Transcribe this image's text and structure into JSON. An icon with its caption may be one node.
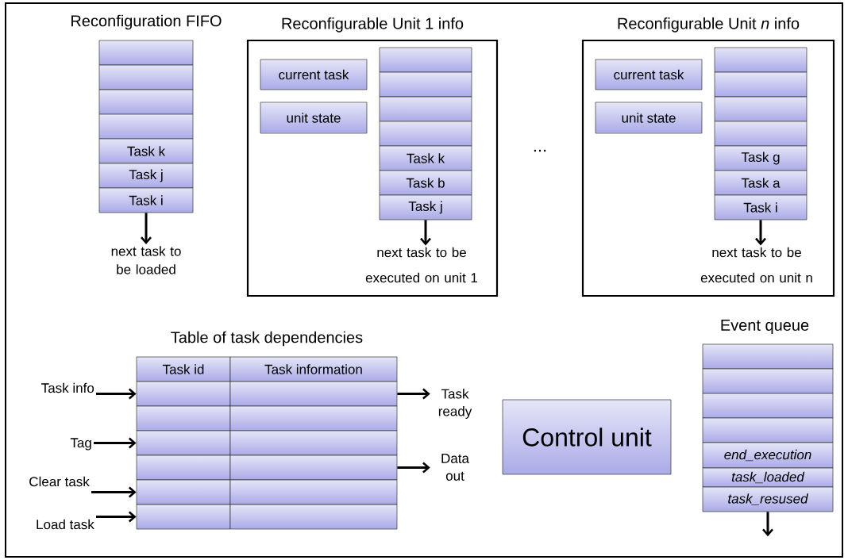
{
  "diagram": {
    "nodes": [
      {
        "text": [],
        "shape": "box"
      },
      {
        "text": [],
        "shape": "box"
      },
      {
        "text": [],
        "shape": "box"
      },
      {
        "text": [],
        "shape": "box"
      },
      {
        "text": [
          "Task k"
        ]
      },
      {
        "text": [
          "Task j"
        ]
      },
      {
        "text": [
          "Task i"
        ]
      },
      {
        "text": [
          "next task to be loaded"
        ]
      },
      {
        "text": [
          "Reconfigurable Unit 1 info"
        ]
      },
      {
        "text": [
          "current task"
        ],
        "in": 8
      },
      {
        "text": [
          "unit state"
        ],
        "in": 8
      },
      {
        "text": [],
        "shape": "box",
        "in": 8
      },
      {
        "text": [],
        "shape": "box",
        "in": 8
      },
      {
        "text": [],
        "shape": "box",
        "in": 8
      },
      {
        "text": [],
        "shape": "box",
        "in": 8
      },
      {
        "text": [
          "Task k"
        ],
        "in": 8
      },
      {
        "text": [
          "Task b"
        ],
        "in": 8
      },
      {
        "text": [
          "Task j"
        ],
        "in": 8
      },
      {
        "text": [
          "next task to be executed on unit 1"
        ],
        "in": 8
      },
      {
        "text": [
          "Reconfigurable Unit *n* info"
        ]
      },
      {
        "text": [
          "current task"
        ],
        "in": 19
      },
      {
        "text": [
          "unit state"
        ],
        "in": 19
      },
      {
        "text": [],
        "shape": "box",
        "in": 19
      },
      {
        "text": [],
        "shape": "box",
        "in": 19
      },
      {
        "text": [],
        "shape": "box",
        "in": 19
      },
      {
        "text": [],
        "shape": "box",
        "in": 19
      },
      {
        "text": [
          "Task g"
        ],
        "in": 19
      },
      {
        "text": [
          "Task a"
        ],
        "in": 19
      },
      {
        "text": [
          "Task i"
        ],
        "in": 19
      },
      {
        "text": [
          "next task to be executed on unit n"
        ],
        "in": 19
      },
      {
        "text": [
          "Task id"
        ]
      },
      {
        "text": [
          "Task information"
        ]
      },
      {
        "text": [],
        "shape": "box"
      },
      {
        "text": [],
        "shape": "box"
      },
      {
        "text": [],
        "shape": "box"
      },
      {
        "text": [],
        "shape": "box"
      },
      {
        "text": [],
        "shape": "box"
      },
      {
        "text": [],
        "shape": "box"
      },
      {
        "text": [],
        "shape": "box"
      },
      {
        "text": [],
        "shape": "box"
      },
      {
        "text": [],
        "shape": "box"
      },
      {
        "text": [],
        "shape": "box"
      },
      {
        "text": [],
        "shape": "box"
      },
      {
        "text": [],
        "shape": "box"
      },
      {
        "text": [
          "Task info"
        ]
      },
      {
        "text": [
          "Tag"
        ]
      },
      {
        "text": [
          "Clear task"
        ]
      },
      {
        "text": [
          "Load task"
        ]
      },
      {
        "text": [
          "Task ready"
        ]
      },
      {
        "text": [
          "Data out"
        ]
      },
      {
        "text": [
          "Control unit"
        ]
      },
      {
        "text": [],
        "shape": "box"
      },
      {
        "text": [],
        "shape": "box"
      },
      {
        "text": [],
        "shape": "box"
      },
      {
        "text": [],
        "shape": "box"
      },
      {
        "text": [
          "end_execution"
        ]
      },
      {
        "text": [
          "task_loaded"
        ]
      },
      {
        "text": [
          "task_resused"
        ]
      }
    ],
    "edges": [
      {
        "from": 6,
        "to": 7,
        "arrow": "to"
      },
      {
        "from": 17,
        "to": 18,
        "arrow": "to"
      },
      {
        "from": 28,
        "to": 29,
        "arrow": "to"
      },
      {
        "from": 44,
        "to": 32,
        "arrow": "to"
      },
      {
        "from": 45,
        "to": 36,
        "arrow": "to"
      },
      {
        "from": 46,
        "to": 40,
        "arrow": "to"
      },
      {
        "from": 47,
        "to": 42,
        "arrow": "to"
      },
      {
        "from": 33,
        "to": 48,
        "arrow": "to"
      },
      {
        "from": 39,
        "to": 49,
        "arrow": "to"
      },
      {
        "from": 57,
        "to": null,
        "arrow": "to"
      }
    ],
    "labels": [
      "Reconfiguration FIFO",
      "...",
      "Table of task dependencies",
      "Event queue"
    ]
  }
}
